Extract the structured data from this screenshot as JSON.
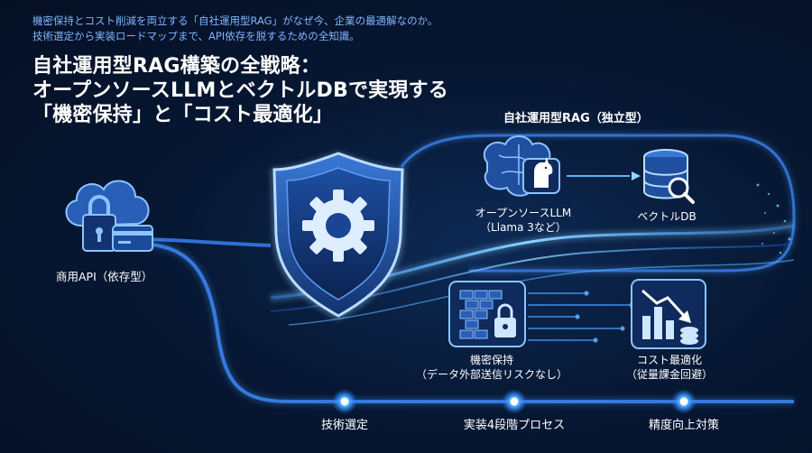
{
  "header": {
    "subtitle_line1": "機密保持とコスト削減を両立する「自社運用型RAG」がなぜ今、企業の最適解なのか。",
    "subtitle_line2": "技術選定から実装ロードマップまで、API依存を脱するための全知識。",
    "title_line1": "自社運用型RAG構築の全戦略：",
    "title_line2": "オープンソースLLMとベクトルDBで実現する",
    "title_line3": "「機密保持」と「コスト最適化」"
  },
  "diagram": {
    "independent_group_label": "自社運用型RAG（独立型）",
    "commercial_api_label": "商用API（依存型）",
    "llm_label_line1": "オープンソースLLM",
    "llm_label_line2": "（Llama 3など）",
    "vector_db_label": "ベクトルDB",
    "confidentiality_line1": "機密保持",
    "confidentiality_line2": "（データ外部送信リスクなし）",
    "cost_line1": "コスト最適化",
    "cost_line2": "（従量課金回避）"
  },
  "timeline": {
    "steps": [
      "技術選定",
      "実装4段階プロセス",
      "精度向上対策"
    ]
  },
  "colors": {
    "accent": "#3d8bff",
    "glow": "#6fc3ff",
    "background": "#06142b"
  }
}
